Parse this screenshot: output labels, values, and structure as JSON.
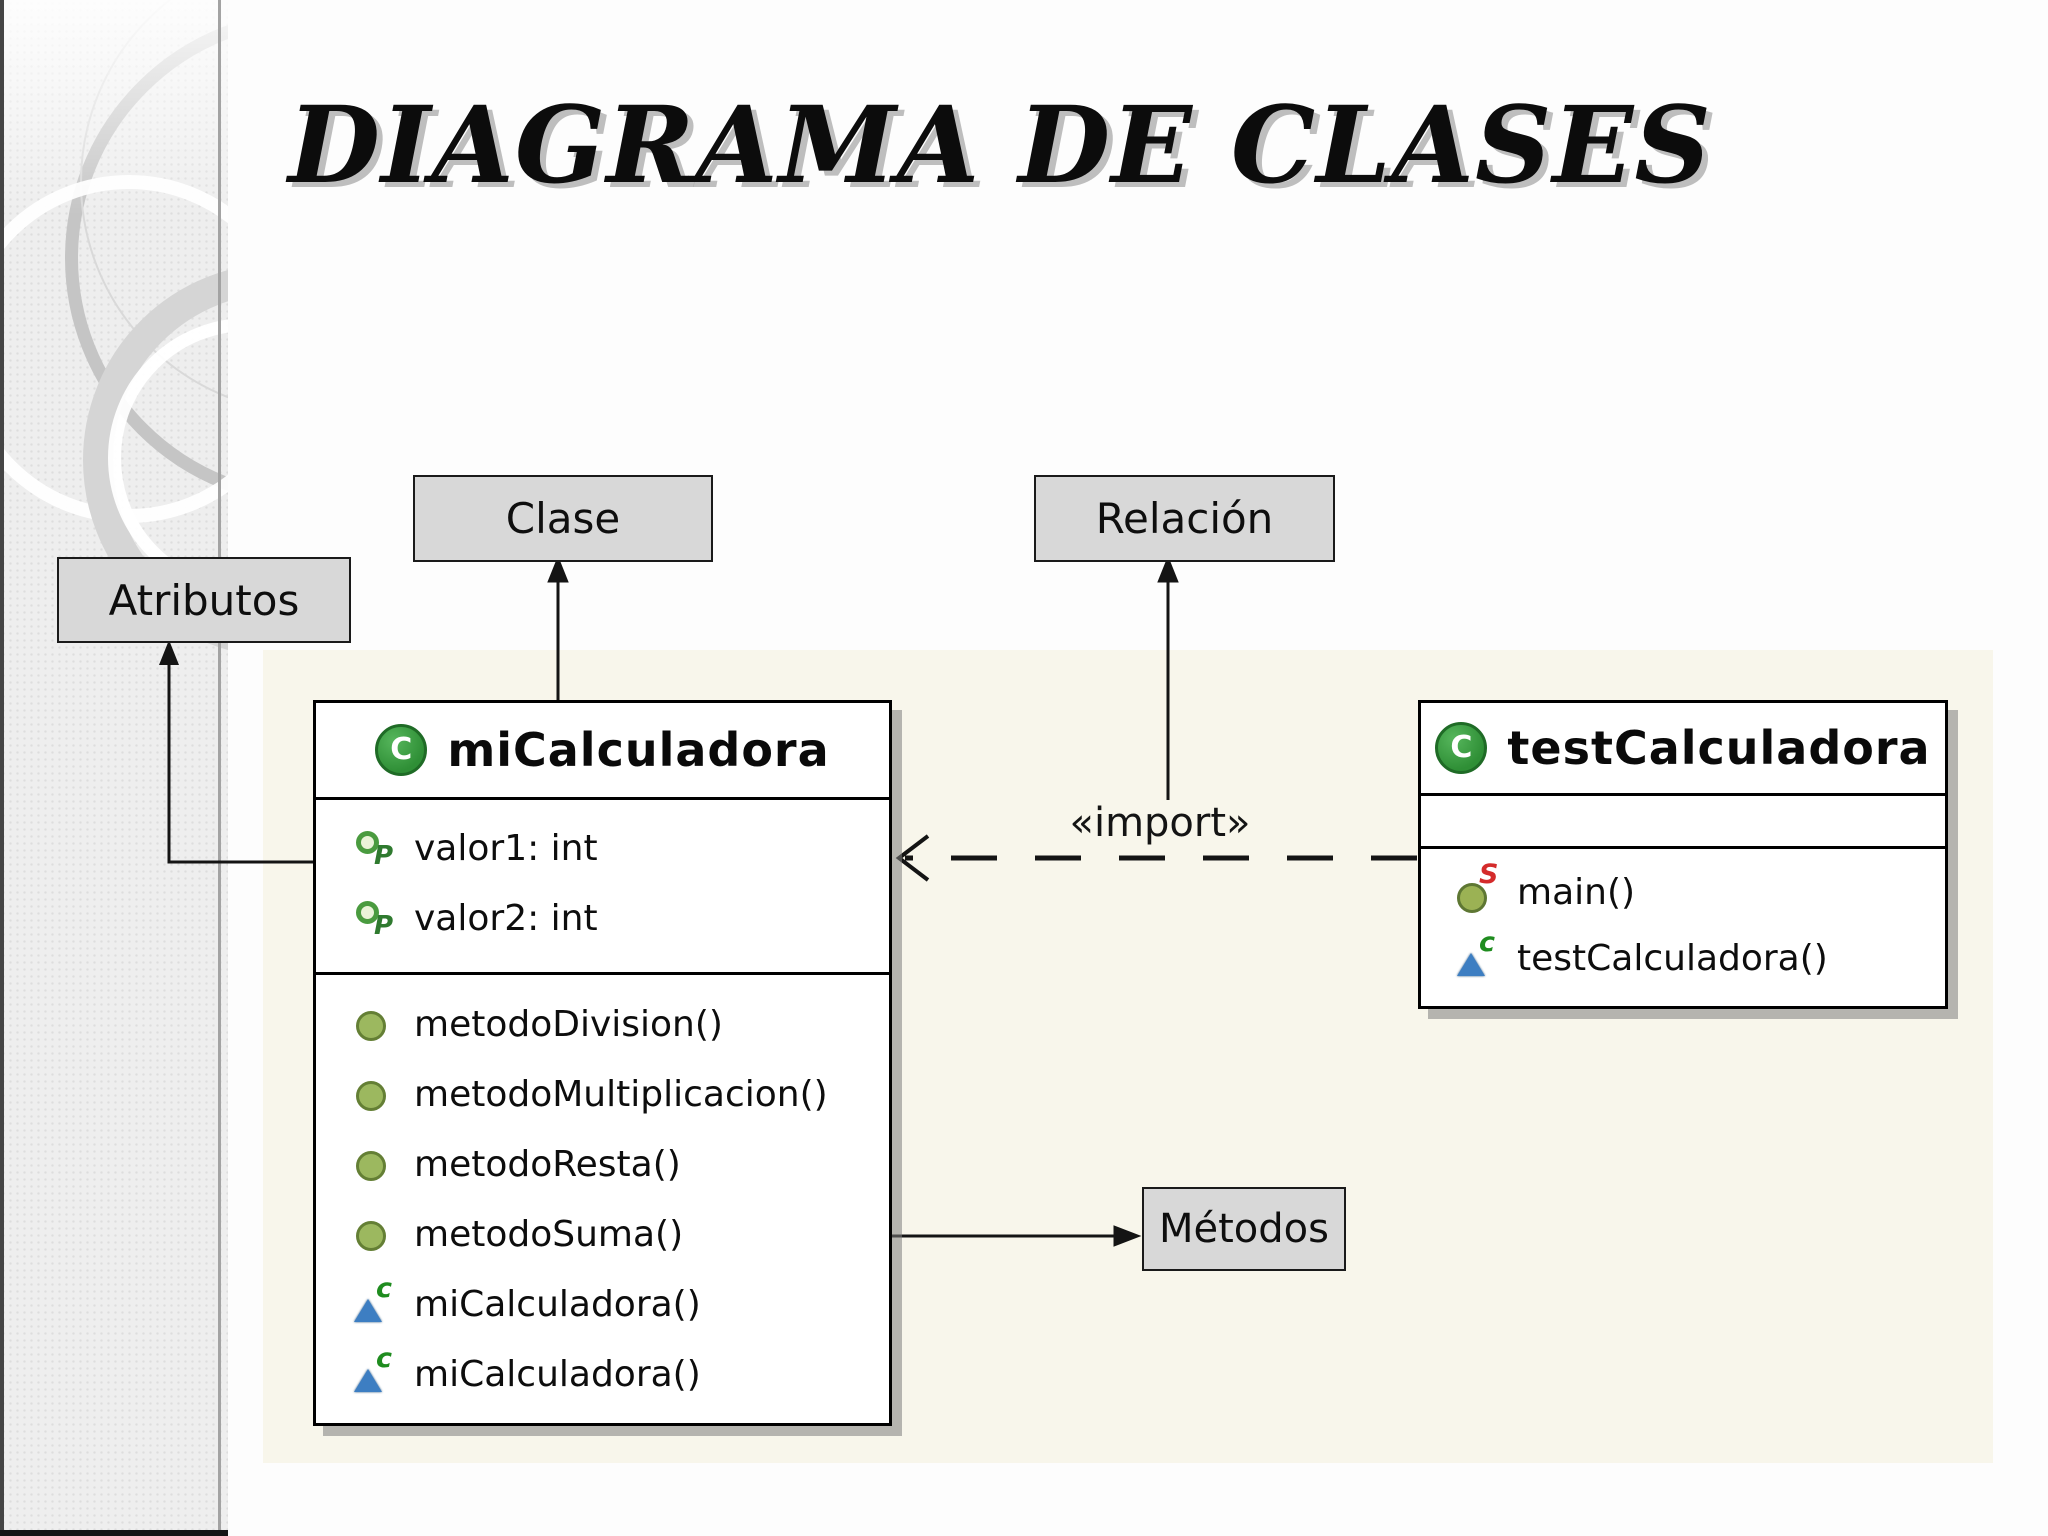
{
  "slide": {
    "title": "DIAGRAMA DE CLASES"
  },
  "callouts": {
    "clase": "Clase",
    "relacion": "Relación",
    "atributos": "Atributos",
    "metodos": "Métodos"
  },
  "uml": {
    "import_stereotype": "«import»",
    "icon_letters": {
      "class": "C",
      "static": "S",
      "constructor": "c",
      "protected": "P"
    },
    "classes": [
      {
        "name": "miCalculadora",
        "attributes": [
          {
            "text": "valor1: int"
          },
          {
            "text": "valor2: int"
          }
        ],
        "methods": [
          {
            "text": "metodoDivision()",
            "kind": "public"
          },
          {
            "text": "metodoMultiplicacion()",
            "kind": "public"
          },
          {
            "text": "metodoResta()",
            "kind": "public"
          },
          {
            "text": "metodoSuma()",
            "kind": "public"
          },
          {
            "text": "miCalculadora()",
            "kind": "constructor"
          },
          {
            "text": "miCalculadora()",
            "kind": "constructor"
          }
        ]
      },
      {
        "name": "testCalculadora",
        "attributes": [],
        "methods": [
          {
            "text": "main()",
            "kind": "static"
          },
          {
            "text": "testCalculadora()",
            "kind": "constructor"
          }
        ]
      }
    ]
  },
  "colors": {
    "panel_beige": "#f8f6eb",
    "callout_fill": "#d8d8d8",
    "class_icon_green": "#2f8f36",
    "method_green": "#9cb85f",
    "constructor_blue": "#3d7ec2",
    "static_red": "#d42b2b",
    "protected_green": "#2f7a2f",
    "line_black": "#141414"
  }
}
